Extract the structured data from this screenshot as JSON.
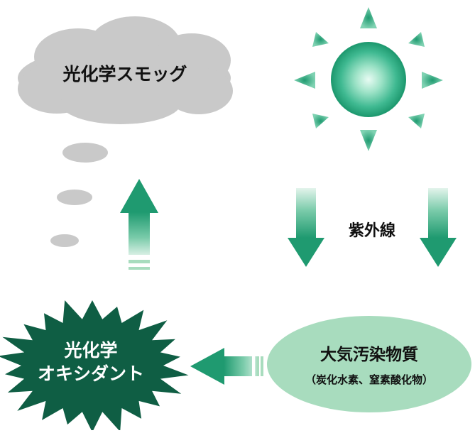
{
  "labels": {
    "smog": "光化学スモッグ",
    "uv": "紫外線",
    "oxidant_line1": "光化学",
    "oxidant_line2": "オキシダント",
    "pollutant_line1": "大気汚染物質",
    "pollutant_line2": "（炭化水素、窒素酸化物）"
  },
  "colors": {
    "accent_green": "#1f9a70",
    "dark_green": "#0f5e44",
    "pale_green": "#a8dcbe",
    "cloud_gray": "#c9c9c9",
    "text": "#111111"
  }
}
